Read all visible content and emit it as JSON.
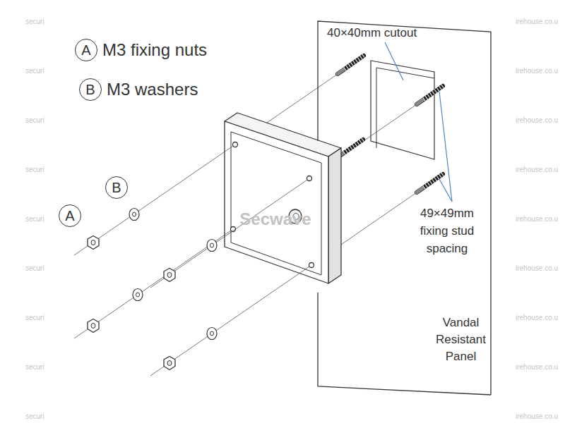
{
  "diagram": {
    "nodes": [
      {
        "text": [
          "A",
          "M3 fixing nuts"
        ]
      },
      {
        "text": [
          "B",
          "M3 washers"
        ]
      },
      {
        "text": [
          "Vandal Resistant Panel"
        ]
      },
      {
        "text": [
          "B"
        ]
      },
      {
        "text": [
          "A"
        ]
      }
    ],
    "labels": [
      "40×40mm cutout",
      "49×49mm fixing stud spacing",
      "Secwave",
      "securi",
      "securi",
      "securi",
      "securi",
      "securi",
      "securi",
      "securi",
      "securi",
      "securi",
      "irehouse.co.u",
      "irehouse.co.u",
      "irehouse.co.u",
      "irehouse.co.u",
      "irehouse.co.u",
      "irehouse.co.u",
      "irehouse.co.u",
      "irehouse.co.u",
      "irehouse.co.u"
    ]
  }
}
